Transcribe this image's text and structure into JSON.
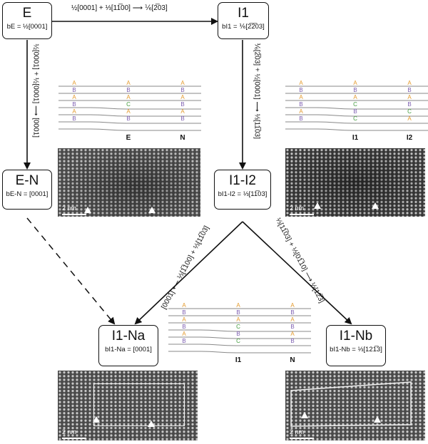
{
  "nodes": {
    "e": {
      "name": "E",
      "burgers": "bE = ½[0001]"
    },
    "i1": {
      "name": "I1",
      "burgers": "bI1 = ⅙[2̅2̅03]"
    },
    "en": {
      "name": "E-N",
      "burgers": "bE-N = [0001]"
    },
    "i1i2": {
      "name": "I1-I2",
      "burgers": "bI1-I2 = ⅓[11̅03]"
    },
    "i1na": {
      "name": "I1-Na",
      "burgers": "bI1-Na = [0001]"
    },
    "i1nb": {
      "name": "I1-Nb",
      "burgers": "bI1-Nb = ⅓[121̅3]"
    }
  },
  "edges": {
    "e_i1": "½[0001] + ⅓[11̅00] ⟶ ⅙[2̅03]",
    "e_en": "½[0001] + ½[0001] ⟶ [0001]",
    "i1_i1i2": "⅙[2̅03] + ½[0001] ⟶ ⅓[11̅03]",
    "i1i2_na": "[0001] ⟵ ⅓[1̅100] + ⅓[11̅03]",
    "i1i2_nb": "⅓[11̅03] + ⅓[01̅10] ⟶ ⅓[12̅3]"
  },
  "stacks": {
    "s1": {
      "cols": [
        [
          "A",
          "B",
          "A",
          "B",
          "A",
          "B"
        ],
        [
          "A",
          "B",
          "A",
          "C",
          "A",
          "B"
        ],
        [
          "A",
          "B",
          "A",
          "B",
          "A",
          "B"
        ]
      ],
      "labels": [
        "E",
        "N"
      ]
    },
    "s2": {
      "cols": [
        [
          "A",
          "B",
          "A",
          "B",
          "A",
          "B"
        ],
        [
          "A",
          "B",
          "A",
          "C",
          "B",
          "C"
        ],
        [
          "A",
          "B",
          "A",
          "B",
          "C",
          "A"
        ]
      ],
      "labels": [
        "I1",
        "I2"
      ]
    },
    "s3": {
      "cols": [
        [
          "A",
          "B",
          "A",
          "B",
          "A",
          "B"
        ],
        [
          "A",
          "B",
          "A",
          "C",
          "B",
          "C"
        ],
        [
          "A",
          "B",
          "A",
          "B",
          "A",
          "B"
        ]
      ],
      "labels": [
        "I1",
        "N"
      ]
    }
  },
  "scale_label": "2 nm",
  "colors": {
    "A": "#e39a2d",
    "B": "#7b5cb0",
    "C": "#3f9a3a",
    "line": "#888888"
  }
}
